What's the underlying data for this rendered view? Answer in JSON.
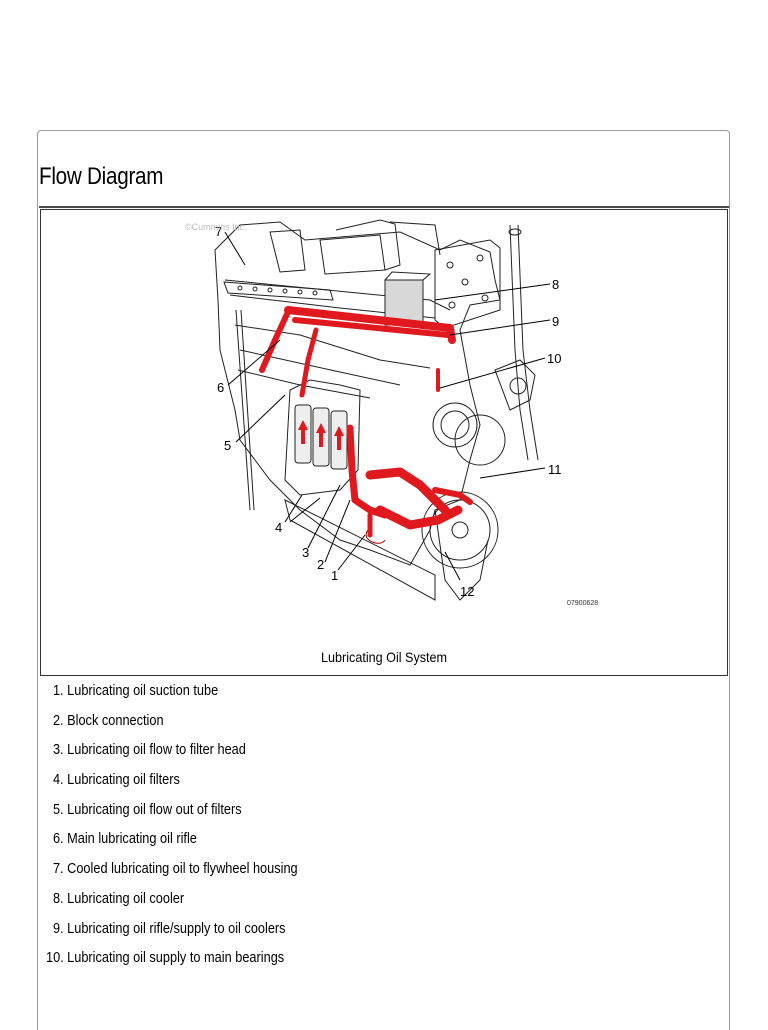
{
  "page": {
    "title": "Flow Diagram"
  },
  "figure": {
    "caption": "Lubricating Oil System",
    "watermark": "©Cummins Inc.",
    "figure_id": "07900628",
    "oil_color": "#e0191e",
    "callouts": [
      "7",
      "8",
      "9",
      "10",
      "6",
      "5",
      "11",
      "4",
      "3",
      "2",
      "1",
      "12"
    ]
  },
  "legend": [
    {
      "num": "1.",
      "text": "Lubricating oil suction tube"
    },
    {
      "num": "2.",
      "text": "Block connection"
    },
    {
      "num": "3.",
      "text": "Lubricating oil flow to filter head"
    },
    {
      "num": "4.",
      "text": "Lubricating oil filters"
    },
    {
      "num": "5.",
      "text": "Lubricating oil flow out of filters"
    },
    {
      "num": "6.",
      "text": "Main lubricating oil rifle"
    },
    {
      "num": "7.",
      "text": "Cooled lubricating oil to flywheel housing"
    },
    {
      "num": "8.",
      "text": "Lubricating oil cooler"
    },
    {
      "num": "9.",
      "text": "Lubricating oil rifle/supply to oil coolers"
    },
    {
      "num": "10.",
      "text": "Lubricating oil supply to main bearings"
    }
  ]
}
